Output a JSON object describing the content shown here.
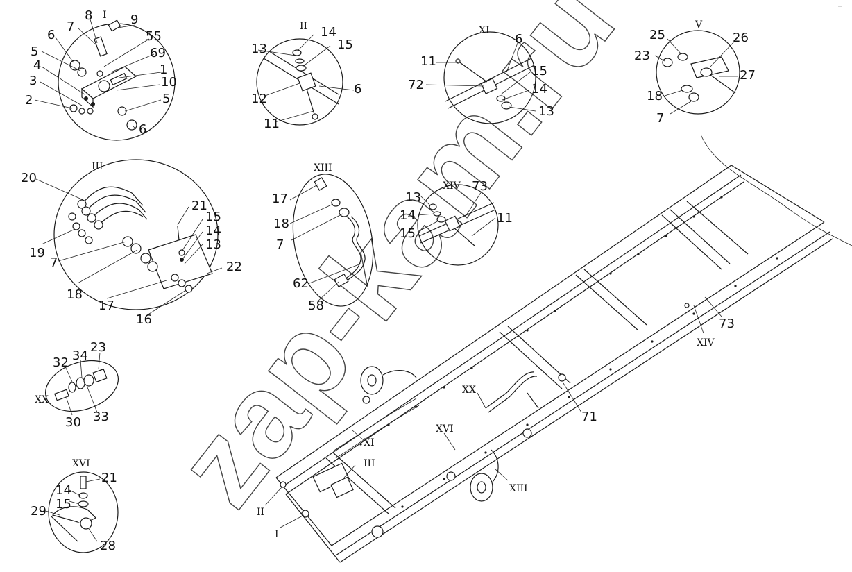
{
  "watermark": "zap-kam.ru",
  "corner_mark": "…",
  "callouts": {
    "I": {
      "title": "I",
      "labels": [
        "8",
        "9",
        "7",
        "55",
        "6",
        "69",
        "5",
        "4",
        "1",
        "3",
        "10",
        "2",
        "5",
        "6"
      ]
    },
    "II": {
      "title": "II",
      "labels": [
        "14",
        "13",
        "15",
        "12",
        "6",
        "11"
      ]
    },
    "XI": {
      "title": "XI",
      "labels": [
        "6",
        "11",
        "15",
        "72",
        "14",
        "13"
      ]
    },
    "V": {
      "title": "V",
      "labels": [
        "25",
        "26",
        "23",
        "27",
        "18",
        "7"
      ]
    },
    "III": {
      "title": "III",
      "labels": [
        "20",
        "21",
        "15",
        "14",
        "13",
        "19",
        "7",
        "22",
        "18",
        "17",
        "16"
      ]
    },
    "XIII": {
      "title": "XIII",
      "labels": [
        "17",
        "18",
        "7",
        "62",
        "58"
      ]
    },
    "XIV": {
      "title": "XIV",
      "labels": [
        "73",
        "13",
        "14",
        "15",
        "11"
      ]
    },
    "XX": {
      "title": "XX",
      "labels": [
        "32",
        "34",
        "23",
        "30",
        "33"
      ]
    },
    "XVI": {
      "title": "XVI",
      "labels": [
        "21",
        "14",
        "15",
        "29",
        "28"
      ]
    }
  },
  "frame_labels": {
    "xiv": "XIV",
    "n73": "73",
    "xx": "XX",
    "n71": "71",
    "xi": "XI",
    "xvi": "XVI",
    "iii": "III",
    "xiii": "XIII",
    "ii": "II",
    "i": "I"
  }
}
